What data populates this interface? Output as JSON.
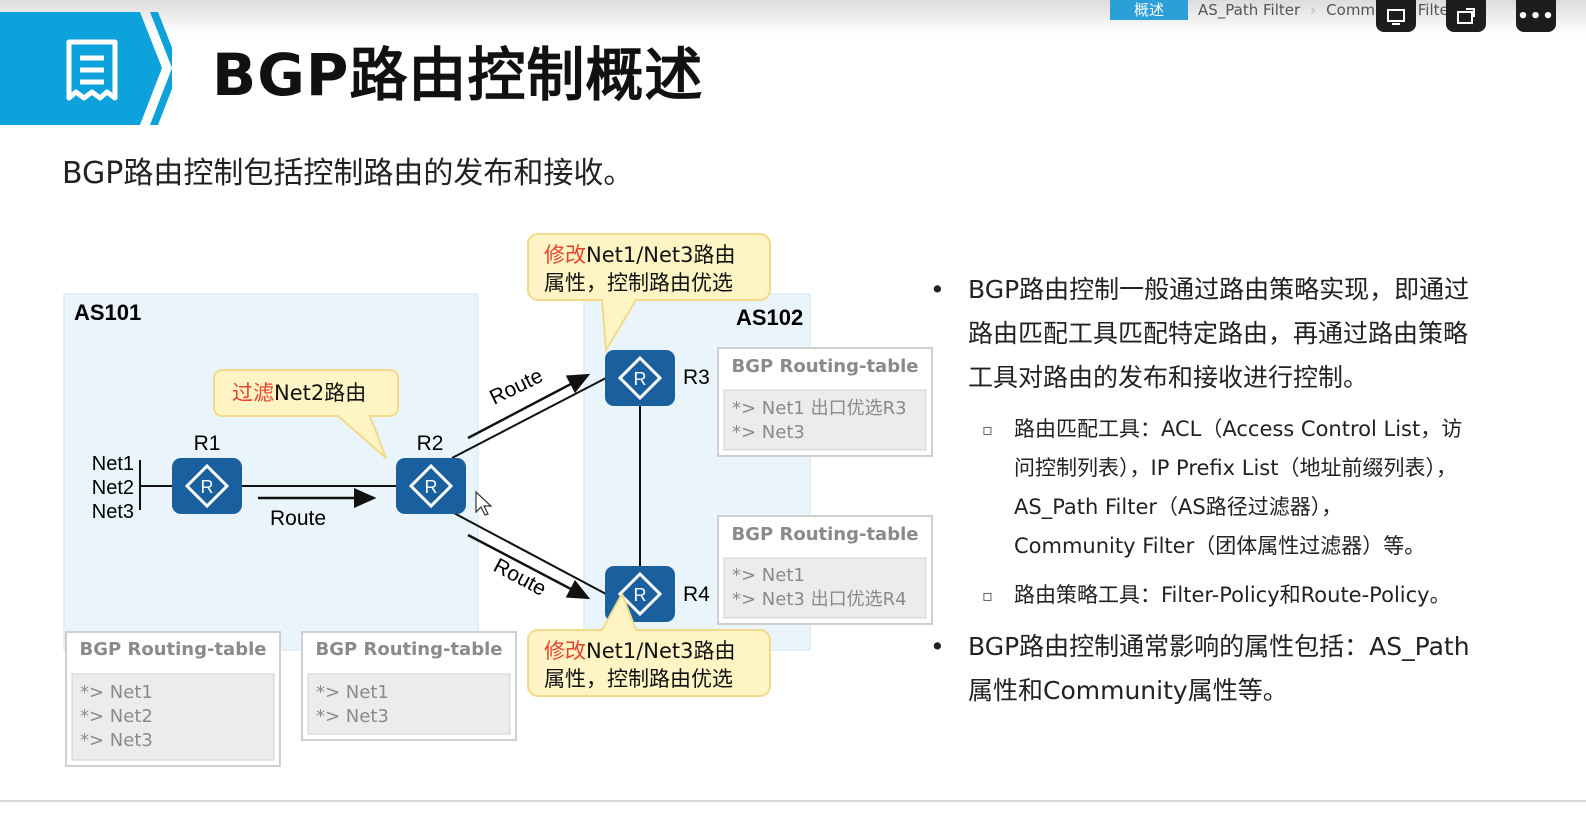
{
  "toolbar": {
    "breadcrumb": [
      "概述",
      "AS_Path Filter",
      "Community Filter"
    ],
    "buttons": [
      "screen-icon",
      "share-icon",
      "more-icon"
    ]
  },
  "slide": {
    "title": "BGP路由控制概述",
    "subtitle": "BGP路由控制包括控制路由的发布和接收。"
  },
  "diagram": {
    "as101": "AS101",
    "as102": "AS102",
    "routers": {
      "r1": "R1",
      "r2": "R2",
      "r3": "R3",
      "r4": "R4"
    },
    "nets": [
      "Net1",
      "Net2",
      "Net3"
    ],
    "route_label": "Route",
    "callout_filter": {
      "highlight": "过滤",
      "rest": "Net2路由"
    },
    "callout_modify": {
      "highlight": "修改",
      "line1_rest": "Net1/Net3路由",
      "line2": "属性，控制路由优选"
    },
    "tables": {
      "title": "BGP Routing-table",
      "r3": [
        "*>  Net1 出口优选R3",
        "*>  Net3"
      ],
      "r4": [
        "*>  Net1",
        "*>  Net3 出口优选R4"
      ],
      "r1": [
        "*>  Net1",
        "*>  Net2",
        "*>  Net3"
      ],
      "r2": [
        "*>  Net1",
        "*>  Net3"
      ]
    },
    "colors": {
      "router": "#1a5f9e",
      "callout": "#fff4c4",
      "callout_border": "#f3d98a",
      "as_area": "#eaf5fb",
      "highlight": "#e8402e"
    }
  },
  "bullets": {
    "b1": [
      "BGP路由控制一般通过路由策略实现，即通过",
      "路由匹配工具匹配特定路由，再通过路由策略",
      "工具对路由的发布和接收进行控制。"
    ],
    "sub1": [
      "路由匹配工具：ACL（Access Control List，访",
      "问控制列表），IP Prefix List（地址前缀列表），",
      "AS_Path Filter（AS路径过滤器），",
      "Community Filter（团体属性过滤器）等。"
    ],
    "sub2": [
      "路由策略工具：Filter-Policy和Route-Policy。"
    ],
    "b2": [
      "BGP路由控制通常影响的属性包括：AS_Path",
      "属性和Community属性等。"
    ]
  }
}
